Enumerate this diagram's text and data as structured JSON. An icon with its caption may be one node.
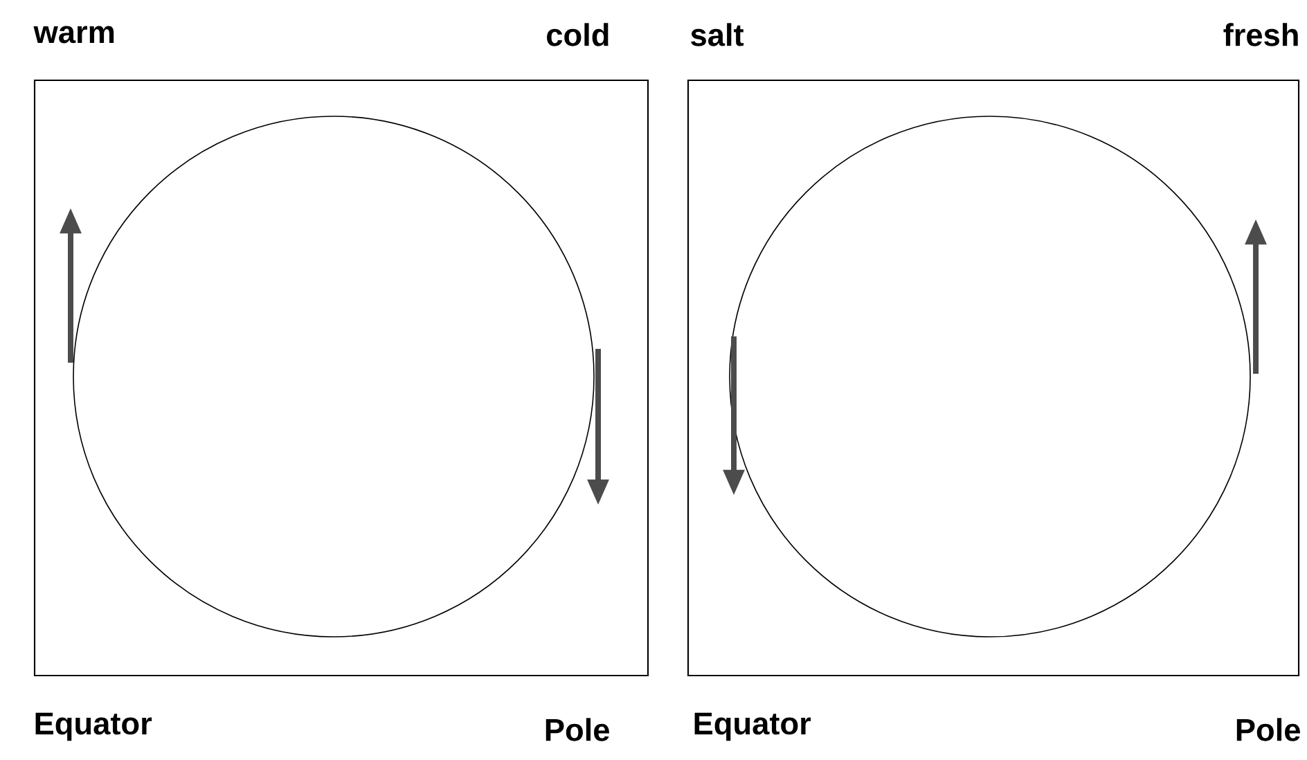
{
  "diagram": {
    "labels": [
      "warm",
      "cold",
      "salt",
      "fresh",
      "Equator",
      "Pole",
      "Equator",
      "Pole"
    ]
  }
}
